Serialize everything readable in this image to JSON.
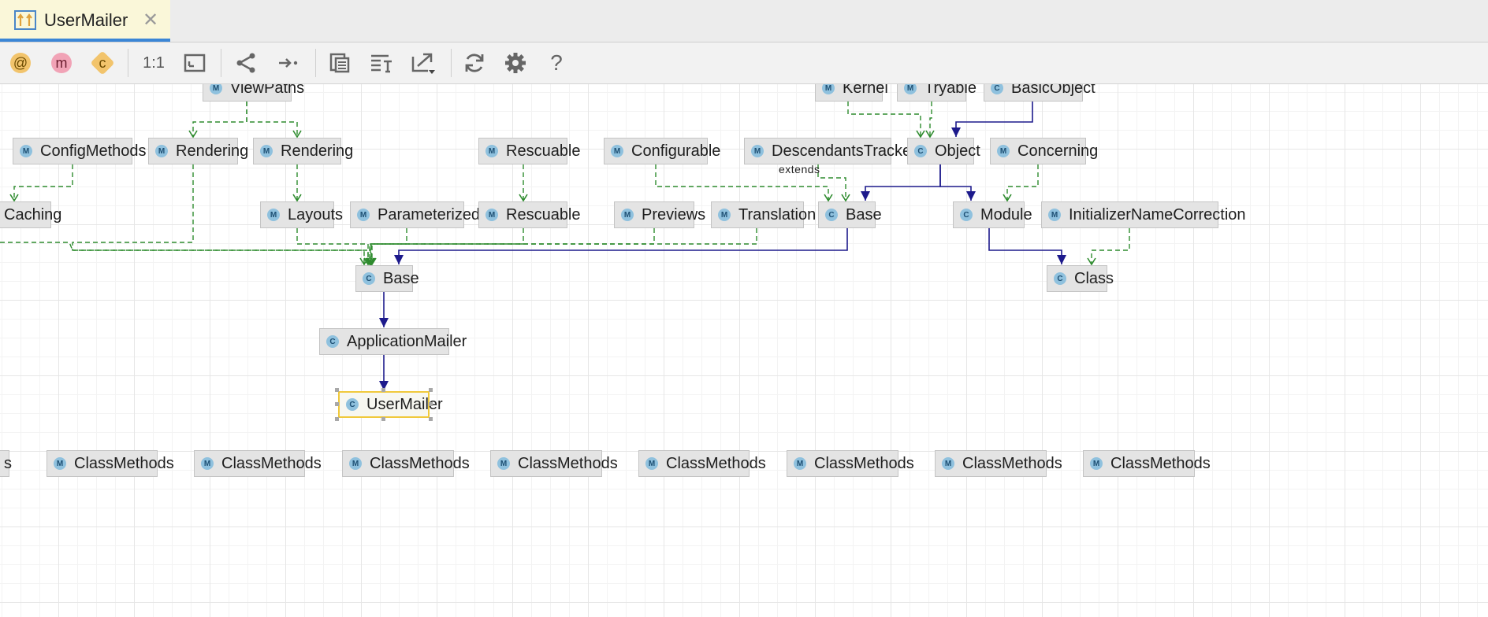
{
  "tab": {
    "title": "UserMailer",
    "close": "✕"
  },
  "toolbar": {
    "fields_badge": "@",
    "methods_badge": "m",
    "constants_badge": "c",
    "actual_size": "1:1",
    "help": "?"
  },
  "diagram": {
    "nodes": [
      {
        "id": "viewpaths",
        "kind": "M",
        "label": "ViewPaths"
      },
      {
        "id": "kernel",
        "kind": "M",
        "label": "Kernel"
      },
      {
        "id": "tryable",
        "kind": "M",
        "label": "Tryable"
      },
      {
        "id": "basicobject",
        "kind": "C",
        "label": "BasicObject"
      },
      {
        "id": "configmethods",
        "kind": "M",
        "label": "ConfigMethods"
      },
      {
        "id": "rendering1",
        "kind": "M",
        "label": "Rendering"
      },
      {
        "id": "rendering2",
        "kind": "M",
        "label": "Rendering"
      },
      {
        "id": "rescuable1",
        "kind": "M",
        "label": "Rescuable"
      },
      {
        "id": "configurable",
        "kind": "M",
        "label": "Configurable"
      },
      {
        "id": "descendantstracker",
        "kind": "M",
        "label": "DescendantsTracker"
      },
      {
        "id": "object",
        "kind": "C",
        "label": "Object"
      },
      {
        "id": "concerning",
        "kind": "M",
        "label": "Concerning"
      },
      {
        "id": "caching",
        "kind": "M",
        "label": "Caching"
      },
      {
        "id": "layouts",
        "kind": "M",
        "label": "Layouts"
      },
      {
        "id": "parameterized",
        "kind": "M",
        "label": "Parameterized"
      },
      {
        "id": "rescuable2",
        "kind": "M",
        "label": "Rescuable"
      },
      {
        "id": "previews",
        "kind": "M",
        "label": "Previews"
      },
      {
        "id": "translation",
        "kind": "M",
        "label": "Translation"
      },
      {
        "id": "base_right",
        "kind": "C",
        "label": "Base"
      },
      {
        "id": "module",
        "kind": "C",
        "label": "Module"
      },
      {
        "id": "initializernamecorrection",
        "kind": "M",
        "label": "InitializerNameCorrection"
      },
      {
        "id": "base_main",
        "kind": "C",
        "label": "Base"
      },
      {
        "id": "class",
        "kind": "C",
        "label": "Class"
      },
      {
        "id": "applicationmailer",
        "kind": "C",
        "label": "ApplicationMailer"
      },
      {
        "id": "usermailer",
        "kind": "C",
        "label": "UserMailer",
        "selected": true
      },
      {
        "id": "cm0",
        "kind": "M",
        "label": "s"
      },
      {
        "id": "cm1",
        "kind": "M",
        "label": "ClassMethods"
      },
      {
        "id": "cm2",
        "kind": "M",
        "label": "ClassMethods"
      },
      {
        "id": "cm3",
        "kind": "M",
        "label": "ClassMethods"
      },
      {
        "id": "cm4",
        "kind": "M",
        "label": "ClassMethods"
      },
      {
        "id": "cm5",
        "kind": "M",
        "label": "ClassMethods"
      },
      {
        "id": "cm6",
        "kind": "M",
        "label": "ClassMethods"
      },
      {
        "id": "cm7",
        "kind": "M",
        "label": "ClassMethods"
      },
      {
        "id": "cm8",
        "kind": "M",
        "label": "ClassMethods"
      }
    ],
    "edges": [
      {
        "from": "viewpaths",
        "to": "rendering1",
        "type": "include"
      },
      {
        "from": "viewpaths",
        "to": "rendering2",
        "type": "include"
      },
      {
        "from": "kernel",
        "to": "object",
        "type": "include"
      },
      {
        "from": "tryable",
        "to": "object",
        "type": "include"
      },
      {
        "from": "basicobject",
        "to": "object",
        "type": "extends"
      },
      {
        "from": "configmethods",
        "to": "caching",
        "type": "include"
      },
      {
        "from": "rendering2",
        "to": "layouts",
        "type": "include"
      },
      {
        "from": "rescuable1",
        "to": "rescuable2",
        "type": "include"
      },
      {
        "from": "configurable",
        "to": "base_right",
        "type": "include"
      },
      {
        "from": "descendantstracker",
        "to": "base_right",
        "type": "include"
      },
      {
        "from": "object",
        "to": "base_right",
        "type": "extends"
      },
      {
        "from": "object",
        "to": "module",
        "type": "extends"
      },
      {
        "from": "concerning",
        "to": "module",
        "type": "include"
      },
      {
        "from": "module",
        "to": "class",
        "type": "extends"
      },
      {
        "from": "initializernamecorrection",
        "to": "class",
        "type": "include"
      },
      {
        "from": "caching",
        "to": "base_main",
        "type": "include"
      },
      {
        "from": "rendering1",
        "to": "base_main",
        "type": "include"
      },
      {
        "from": "layouts",
        "to": "base_main",
        "type": "include"
      },
      {
        "from": "parameterized",
        "to": "base_main",
        "type": "include"
      },
      {
        "from": "rescuable2",
        "to": "base_main",
        "type": "include"
      },
      {
        "from": "previews",
        "to": "base_main",
        "type": "include"
      },
      {
        "from": "translation",
        "to": "base_main",
        "type": "include"
      },
      {
        "from": "base_right",
        "to": "base_main",
        "type": "extends"
      },
      {
        "from": "base_main",
        "to": "applicationmailer",
        "type": "extends"
      },
      {
        "from": "applicationmailer",
        "to": "usermailer",
        "type": "extends"
      }
    ],
    "edge_label": "extends"
  },
  "colors": {
    "extends_edge": "#1d1a8c",
    "include_edge": "#2e8b2e",
    "selection_border": "#f0c93c",
    "tab_accent": "#3b86d6"
  }
}
